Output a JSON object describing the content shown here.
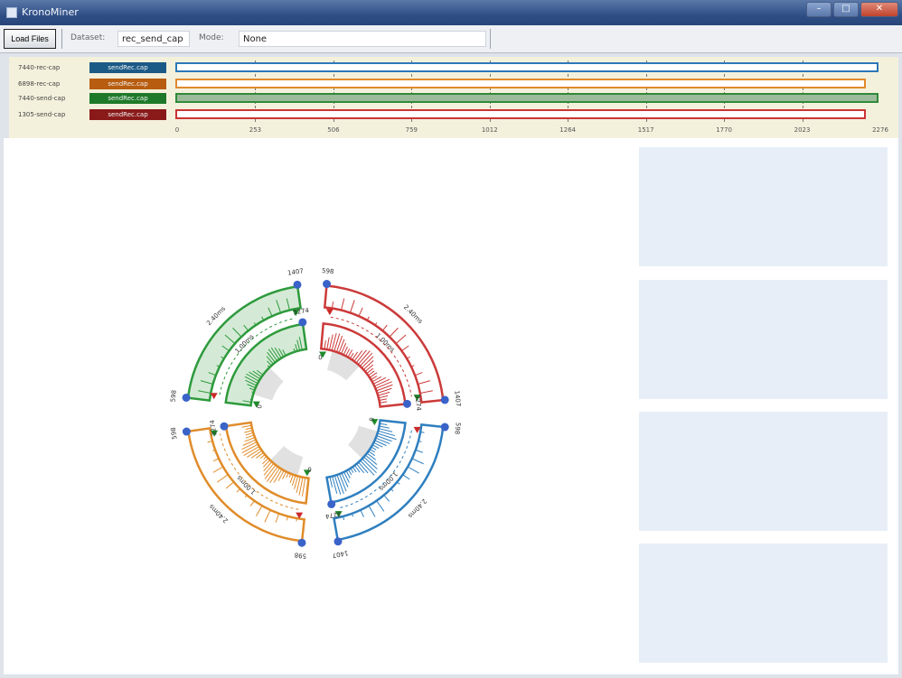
{
  "window": {
    "title": "KronoMiner",
    "min": "–",
    "max": "□",
    "close": "✕"
  },
  "toolbar": {
    "load_label": "Load Files",
    "dataset_label": "Dataset:",
    "dataset_value": "rec_send_cap",
    "mode_label": "Mode:",
    "mode_value": "None"
  },
  "timeline": {
    "rows": [
      {
        "name": "7440-rec-cap",
        "file": "sendRec.cap",
        "color": "#1b5a87",
        "bar_color": "#2b78b8",
        "bar_fill": "#ffffff"
      },
      {
        "name": "6898-rec-cap",
        "file": "sendRec.cap",
        "color": "#b85c10",
        "bar_color": "#e08a2e",
        "bar_fill": "#ffffff"
      },
      {
        "name": "7440-send-cap",
        "file": "sendRec.cap",
        "color": "#1e7a2a",
        "bar_color": "#2f8a3a",
        "bar_fill": "#9dbb9a"
      },
      {
        "name": "1305-send-cap",
        "file": "sendRec.cap",
        "color": "#8a1a1a",
        "bar_color": "#cc3333",
        "bar_fill": "#ffffff"
      }
    ],
    "axis": [
      "0",
      "253",
      "506",
      "759",
      "1012",
      "1264",
      "1517",
      "1770",
      "2023",
      "2276"
    ]
  },
  "radial": {
    "green": {
      "start_label": "598",
      "end_label": "1407",
      "inner_start": "0",
      "inner_end": "3274",
      "outer_scale": "2.40ms",
      "inner_scale": "1.00ms"
    },
    "red": {
      "start_label": "598",
      "end_label": "1407",
      "inner_start": "0",
      "inner_end": "3274",
      "outer_scale": "2.40ms",
      "inner_scale": "1.00ms"
    },
    "blue": {
      "start_label": "598",
      "end_label": "1407",
      "inner_start": "0",
      "inner_end": "3274",
      "outer_scale": "2.40ms",
      "inner_scale": "1.00ms"
    },
    "orange": {
      "start_label": "598",
      "end_label": "598",
      "inner_start": "0",
      "inner_end": "3274",
      "outer_scale": "2.40ms",
      "inner_scale": "1.00ms"
    }
  },
  "colors": {
    "green": "#2e9a3c",
    "red": "#cc3a3a",
    "blue": "#2f7fbf",
    "orange": "#e08c2a",
    "handle": "#3a63c9",
    "panel": "#e7eef7"
  }
}
